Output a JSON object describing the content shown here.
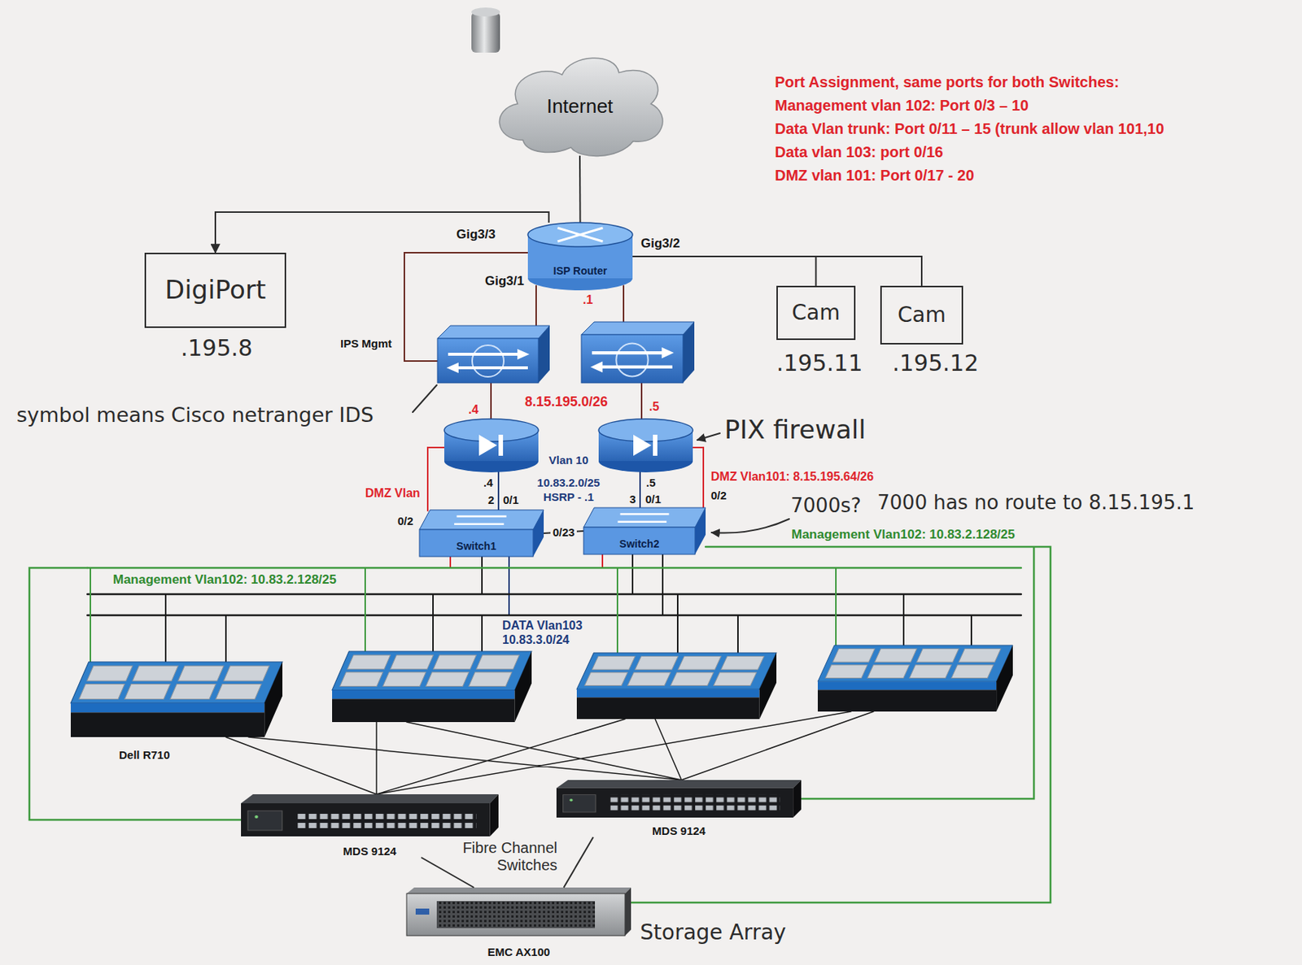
{
  "diagram": {
    "nodes": [
      {
        "text": [
          "Internet"
        ]
      },
      {
        "text": [
          "ISP Router"
        ]
      },
      {
        "text": [
          "DigiPort"
        ]
      },
      {
        "text": [
          "Cam"
        ]
      },
      {
        "text": [
          "Cam"
        ]
      },
      {
        "text": [
          "Switch1"
        ]
      },
      {
        "text": [
          "Switch2"
        ]
      },
      {
        "text": [
          "MDS 9124"
        ]
      },
      {
        "text": [
          "MDS 9124"
        ]
      },
      {
        "text": [
          "EMC AX100"
        ]
      }
    ],
    "edges": [
      {
        "from": 0,
        "to": 1,
        "arrow": "none"
      },
      {
        "from": 1,
        "to": 2,
        "arrow": "to"
      },
      {
        "from": 1,
        "to": 3,
        "arrow": "none"
      },
      {
        "from": 1,
        "to": 4,
        "arrow": "none"
      },
      {
        "from": 5,
        "to": 6,
        "label": "0/23",
        "arrow": "none"
      },
      {
        "from": 7,
        "to": 9,
        "arrow": "none"
      },
      {
        "from": 8,
        "to": 9,
        "arrow": "none"
      }
    ],
    "labels": [
      "Port Assignment, same ports for both Switches:",
      "Management vlan 102: Port 0/3 – 10",
      "Data Vlan trunk: Port 0/11 – 15 (trunk allow vlan 101,10",
      "Data vlan 103: port 0/16",
      "DMZ vlan 101: Port 0/17 - 20",
      "Gig3/3",
      "Gig3/2",
      "Gig3/1",
      ".1",
      ".195.8",
      ".195.11",
      ".195.12",
      "IPS Mgmt",
      "symbol means Cisco netranger IDS",
      "8.15.195.0/26",
      ".4",
      ".5",
      "PIX firewall",
      "Vlan 10",
      "10.83.2.0/25",
      "HSRP - .1",
      ".4",
      "2",
      "0/1",
      ".5",
      "3",
      "0/1",
      "DMZ Vlan",
      "0/2",
      "DMZ Vlan101: 8.15.195.64/26",
      "0/2",
      "7000s?",
      "7000 has no route to 8.15.195.1",
      "Management Vlan102: 10.83.2.128/25",
      "Management Vlan102: 10.83.2.128/25",
      "DATA Vlan103",
      "10.83.3.0/24",
      "Dell R710",
      "Fibre Channel Switches",
      "Storage Array"
    ]
  }
}
